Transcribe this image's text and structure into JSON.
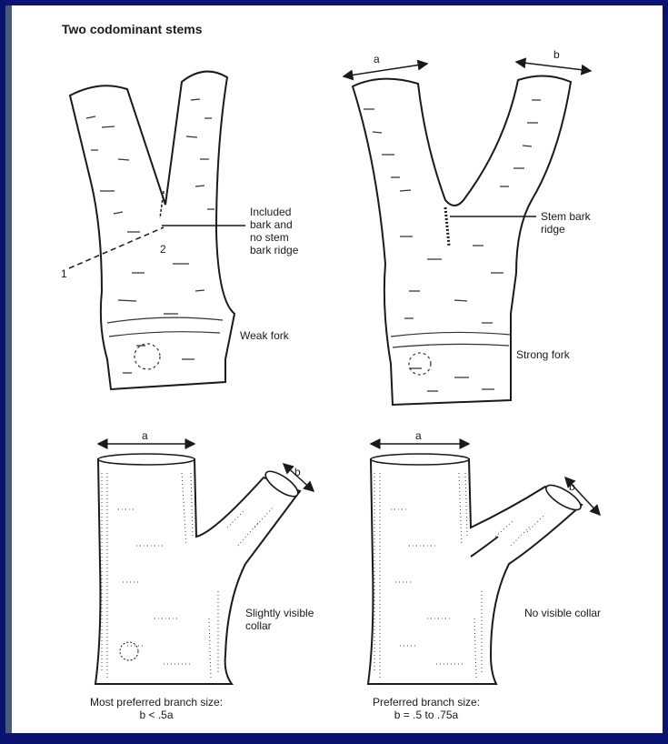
{
  "title": "Two codominant stems",
  "colors": {
    "frame": "#0a1470",
    "strip": "#4a5a7e",
    "ink": "#1a1a1a"
  },
  "panels": {
    "weak_fork": {
      "annotation": "Included\nbark and\nno stem\nbark ridge",
      "marker_1": "1",
      "marker_2": "2",
      "caption": "Weak fork"
    },
    "strong_fork": {
      "width_a": "a",
      "width_b": "b",
      "annotation": "Stem bark\nridge",
      "caption": "Strong fork"
    },
    "slightly_visible_collar": {
      "width_a": "a",
      "width_b": "b",
      "annotation": "Slightly visible\ncollar",
      "caption": "Most preferred branch size:\nb < .5a"
    },
    "no_visible_collar": {
      "width_a": "a",
      "width_b": "b",
      "annotation": "No visible collar",
      "caption": "Preferred branch size:\nb = .5 to .75a"
    }
  }
}
